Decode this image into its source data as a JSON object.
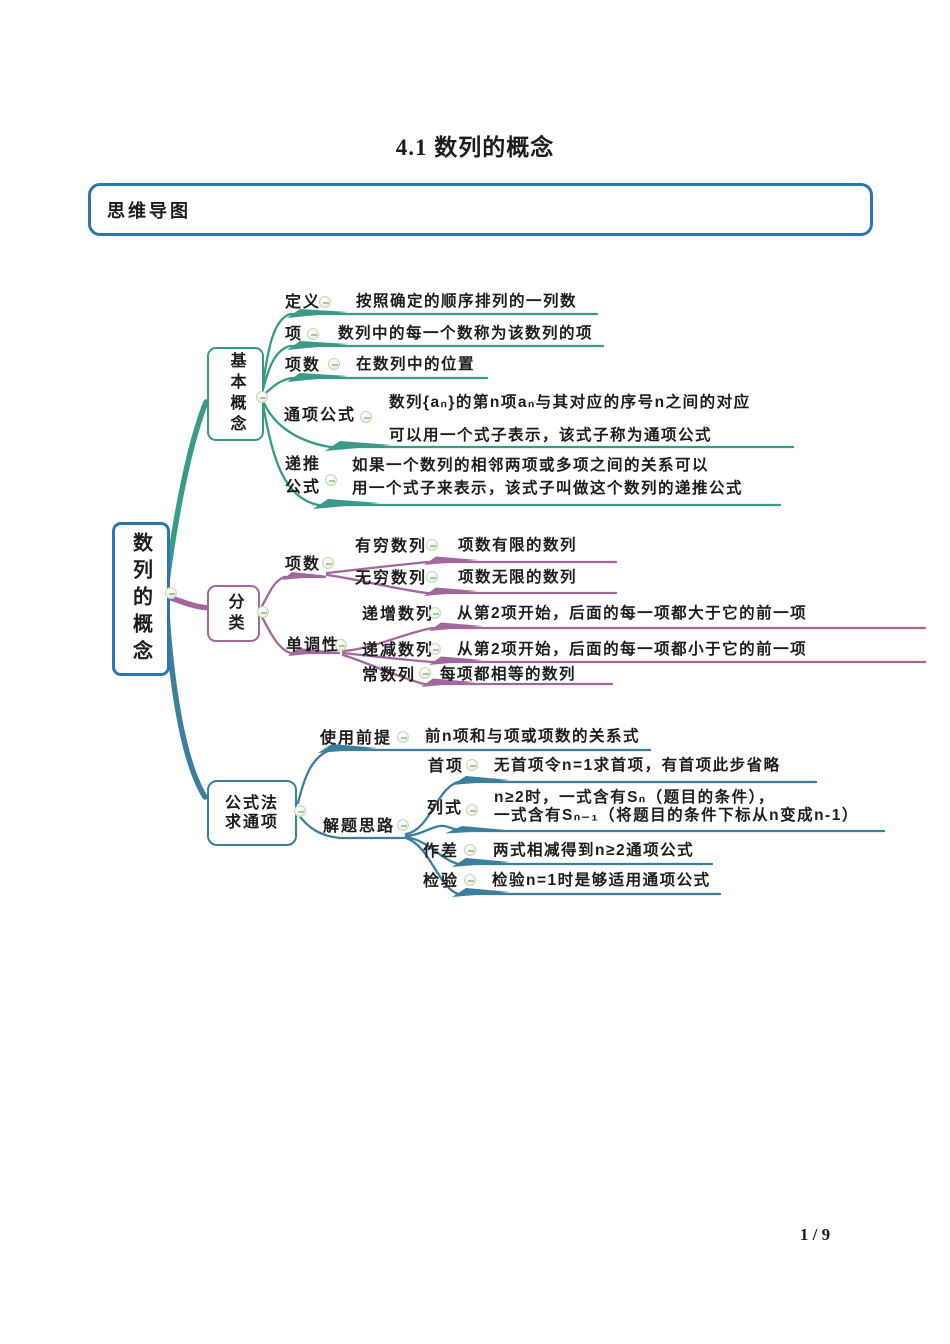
{
  "page": {
    "title": "4.1 数列的概念",
    "page_number": "1 / 9"
  },
  "section_box": {
    "label": "思维导图"
  },
  "colors": {
    "root_border": "#2e75b6",
    "basic_branch": "#399a87",
    "classify_branch": "#a2689b",
    "formula_branch": "#3c7f9d"
  },
  "mindmap": {
    "root_label": "数列的概念",
    "basic": {
      "label": "基本概念",
      "dingyi": {
        "label": "定义",
        "desc": "按照确定的顺序排列的一列数"
      },
      "xiang": {
        "label": "项",
        "desc": "数列中的每一个数称为该数列的项"
      },
      "xiangshu": {
        "label": "项数",
        "desc": "在数列中的位置"
      },
      "tongxiang": {
        "label": "通项公式",
        "desc1": "数列{aₙ}的第n项aₙ与其对应的序号n之间的对应",
        "desc2": "可以用一个式子表示，该式子称为通项公式"
      },
      "ditui": {
        "label1": "递推",
        "label2": "公式",
        "desc1": "如果一个数列的相邻两项或多项之间的关系可以",
        "desc2": "用一个式子来表示，该式子叫做这个数列的递推公式"
      }
    },
    "classify": {
      "label": "分类",
      "xiangshu_label": "项数",
      "youqiong": {
        "label": "有穷数列",
        "desc": "项数有限的数列"
      },
      "wuqiong": {
        "label": "无穷数列",
        "desc": "项数无限的数列"
      },
      "dandiao_label": "单调性",
      "dizeng": {
        "label": "递增数列",
        "desc": "从第2项开始，后面的每一项都大于它的前一项"
      },
      "dijian": {
        "label": "递减数列",
        "desc": "从第2项开始，后面的每一项都小于它的前一项"
      },
      "changshu": {
        "label": "常数列",
        "desc": "每项都相等的数列"
      }
    },
    "formula": {
      "label1": "公式法",
      "label2": "求通项",
      "qianti": {
        "label": "使用前提",
        "desc": "前n项和与项或项数的关系式"
      },
      "silu_label": "解题思路",
      "shouxiang": {
        "label": "首项",
        "desc": "无首项令n=1求首项，有首项此步省略"
      },
      "lieshi": {
        "label": "列式",
        "desc1": "n≥2时，一式含有Sₙ（题目的条件），",
        "desc2": "一式含有Sₙ₋₁（将题目的条件下标从n变成n-1）"
      },
      "zuocha": {
        "label": "作差",
        "desc": "两式相减得到n≥2通项公式"
      },
      "jianyan": {
        "label": "检验",
        "desc": "检验n=1时是够适用通项公式"
      }
    }
  }
}
